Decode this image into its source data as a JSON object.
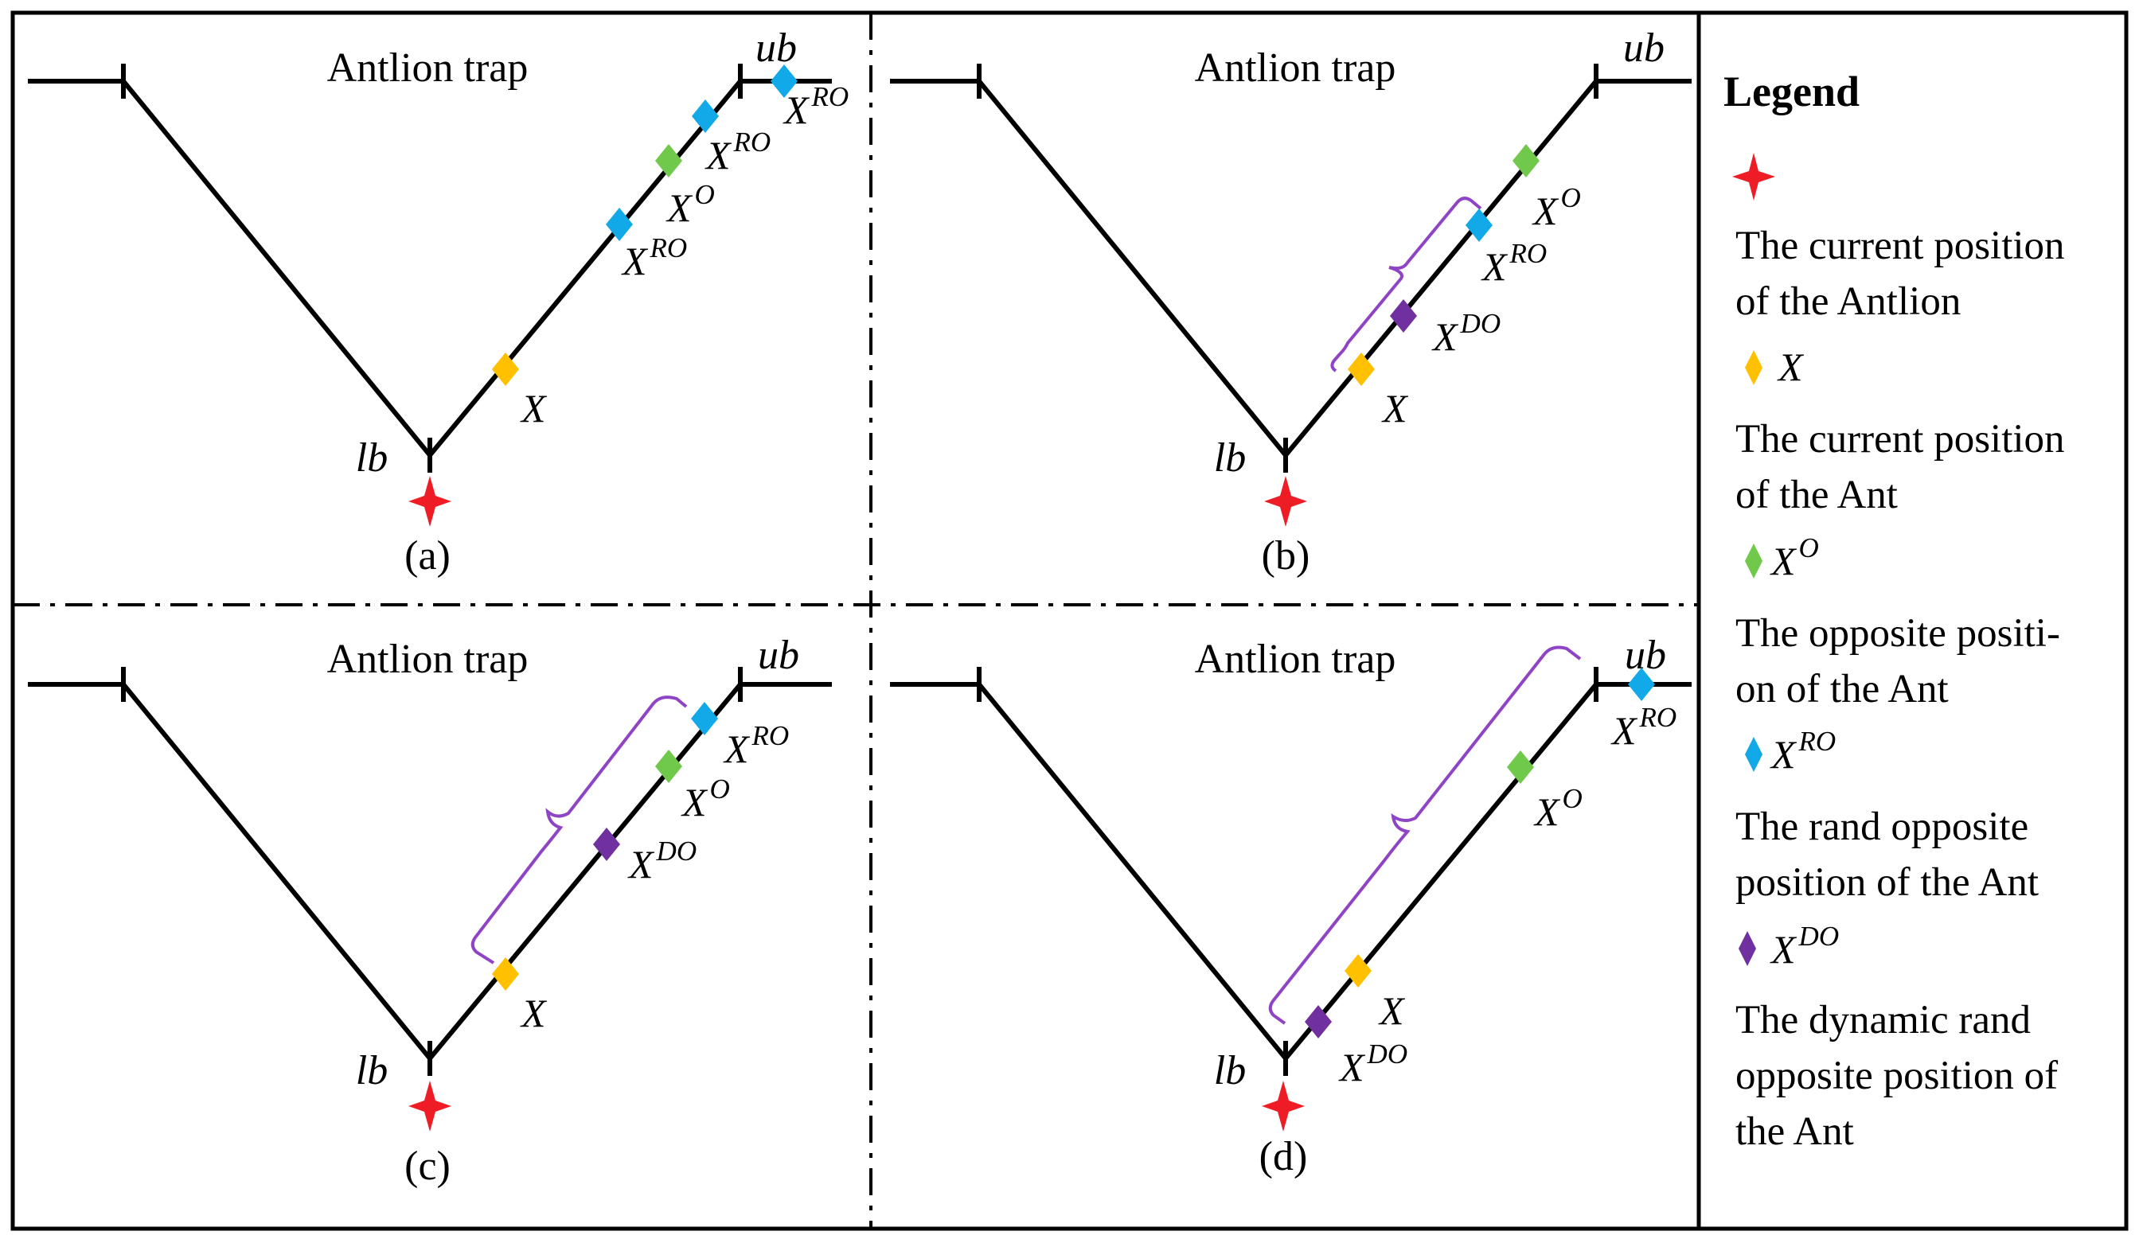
{
  "colors": {
    "antlion": "#ee1c25",
    "ant": "#ffc000",
    "opposite": "#70c94a",
    "rand_opposite": "#12a9e8",
    "dynamic_rand_opposite": "#7030a0",
    "brace": "#8e44c4"
  },
  "panels": [
    {
      "id": "a",
      "title": "Antlion trap",
      "lower": "lb",
      "upper": "ub",
      "caption": "(a)",
      "markers": [
        {
          "symbol": "X",
          "sup": "",
          "kind": "ant"
        },
        {
          "symbol": "X",
          "sup": "RO",
          "kind": "rand_opposite"
        },
        {
          "symbol": "X",
          "sup": "O",
          "kind": "opposite"
        },
        {
          "symbol": "X",
          "sup": "RO",
          "kind": "rand_opposite"
        },
        {
          "symbol": "X",
          "sup": "RO",
          "kind": "rand_opposite"
        }
      ]
    },
    {
      "id": "b",
      "title": "Antlion trap",
      "lower": "lb",
      "upper": "ub",
      "caption": "(b)",
      "markers": [
        {
          "symbol": "X",
          "sup": "",
          "kind": "ant"
        },
        {
          "symbol": "X",
          "sup": "DO",
          "kind": "dynamic_rand_opposite"
        },
        {
          "symbol": "X",
          "sup": "RO",
          "kind": "rand_opposite"
        },
        {
          "symbol": "X",
          "sup": "O",
          "kind": "opposite"
        }
      ]
    },
    {
      "id": "c",
      "title": "Antlion trap",
      "lower": "lb",
      "upper": "ub",
      "caption": "(c)",
      "markers": [
        {
          "symbol": "X",
          "sup": "",
          "kind": "ant"
        },
        {
          "symbol": "X",
          "sup": "DO",
          "kind": "dynamic_rand_opposite"
        },
        {
          "symbol": "X",
          "sup": "O",
          "kind": "opposite"
        },
        {
          "symbol": "X",
          "sup": "RO",
          "kind": "rand_opposite"
        }
      ]
    },
    {
      "id": "d",
      "title": "Antlion trap",
      "lower": "lb",
      "upper": "ub",
      "caption": "(d)",
      "markers": [
        {
          "symbol": "X",
          "sup": "",
          "kind": "ant"
        },
        {
          "symbol": "X",
          "sup": "DO",
          "kind": "dynamic_rand_opposite"
        },
        {
          "symbol": "X",
          "sup": "O",
          "kind": "opposite"
        },
        {
          "symbol": "X",
          "sup": "RO",
          "kind": "rand_opposite"
        }
      ]
    }
  ],
  "legend": {
    "heading": "Legend",
    "items": [
      {
        "icon": "star",
        "kind": "antlion",
        "symbol": "",
        "sup": "",
        "lines": [
          "The current position",
          "of the Antlion"
        ]
      },
      {
        "icon": "diamond",
        "kind": "ant",
        "symbol": "X",
        "sup": "",
        "lines": [
          "The current position",
          "of the Ant"
        ]
      },
      {
        "icon": "diamond",
        "kind": "opposite",
        "symbol": "X",
        "sup": "O",
        "lines": [
          "The opposite positi-",
          "on of the Ant"
        ]
      },
      {
        "icon": "diamond",
        "kind": "rand_opposite",
        "symbol": "X",
        "sup": "RO",
        "lines": [
          "The rand opposite",
          "position of the Ant"
        ]
      },
      {
        "icon": "diamond",
        "kind": "dynamic_rand_opposite",
        "symbol": "X",
        "sup": "DO",
        "lines": [
          "The dynamic rand",
          "opposite position of",
          "the Ant"
        ]
      }
    ]
  }
}
